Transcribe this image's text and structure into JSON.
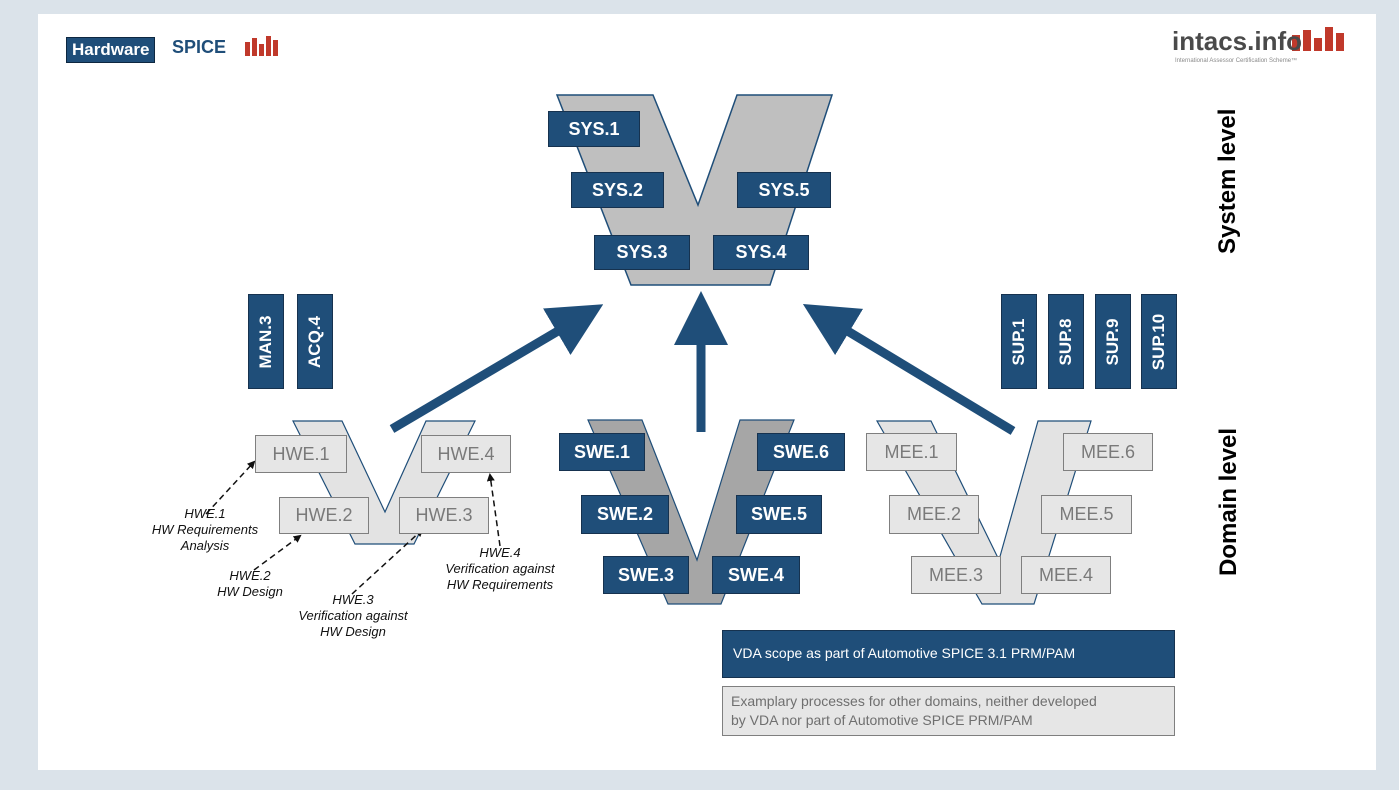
{
  "header": {
    "hw_logo": "Hardware",
    "spice_text": "SPICE",
    "intacs_text": "intacs.info",
    "intacs_sub": "International Assessor Certification Scheme™"
  },
  "levels": {
    "system": "System level",
    "domain": "Domain level"
  },
  "sys": [
    "SYS.1",
    "SYS.2",
    "SYS.3",
    "SYS.4",
    "SYS.5"
  ],
  "swe": [
    "SWE.1",
    "SWE.2",
    "SWE.3",
    "SWE.4",
    "SWE.5",
    "SWE.6"
  ],
  "hwe": [
    "HWE.1",
    "HWE.2",
    "HWE.3",
    "HWE.4"
  ],
  "mee": [
    "MEE.1",
    "MEE.2",
    "MEE.3",
    "MEE.4",
    "MEE.5",
    "MEE.6"
  ],
  "left_proc": [
    "MAN.3",
    "ACQ.4"
  ],
  "support": [
    "SUP.1",
    "SUP.8",
    "SUP.9",
    "SUP.10"
  ],
  "annotations": {
    "hwe1": [
      "HWE.1",
      "HW Requirements",
      "Analysis"
    ],
    "hwe2": [
      "HWE.2",
      "HW Design"
    ],
    "hwe3": [
      "HWE.3",
      "Verification against",
      "HW Design"
    ],
    "hwe4": [
      "HWE.4",
      "Verification against",
      "HW Requirements"
    ]
  },
  "legend": {
    "vda": "VDA scope as part of Automotive SPICE 3.1 PRM/PAM",
    "other_line1": "Examplary processes for other domains, neither developed",
    "other_line2": "by VDA nor part of Automotive SPICE PRM/PAM"
  },
  "colors": {
    "dark_blue": "#1f4e79",
    "light_gray": "#e6e6e6",
    "v_gray": "#bfbfbf",
    "red": "#c0392b"
  }
}
